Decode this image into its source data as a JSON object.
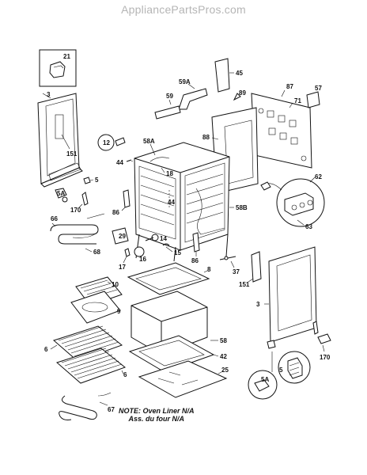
{
  "watermark": "AppliancePartsPros.com",
  "note": {
    "line1": "NOTE: Oven Liner N/A",
    "line2": "Ass. du four N/A"
  },
  "callouts": {
    "c21": "21",
    "c3a": "3",
    "c151a": "151",
    "c5": "5",
    "c5a": "5A",
    "c170a": "170",
    "c66": "66",
    "c68": "68",
    "c45": "45",
    "c59a": "59A",
    "c59": "59",
    "c89": "89",
    "c87": "87",
    "c71": "71",
    "c57": "57",
    "c12": "12",
    "c58a": "58A",
    "c44a": "44",
    "c88": "88",
    "c18": "18",
    "c44b": "44",
    "c86a": "86",
    "c58b": "58B",
    "c62": "62",
    "c63": "63",
    "c29": "29",
    "c14": "14",
    "c15": "15",
    "c17": "17",
    "c16": "16",
    "c86b": "86",
    "c37": "37",
    "c151b": "151",
    "c3b": "3",
    "c8": "8",
    "c10": "10",
    "c9": "9",
    "c58": "58",
    "c42": "42",
    "c25": "25",
    "c6a": "6",
    "c6b": "6",
    "c67": "67",
    "c170b": "170",
    "c5b": "5",
    "c5a2": "5A"
  }
}
